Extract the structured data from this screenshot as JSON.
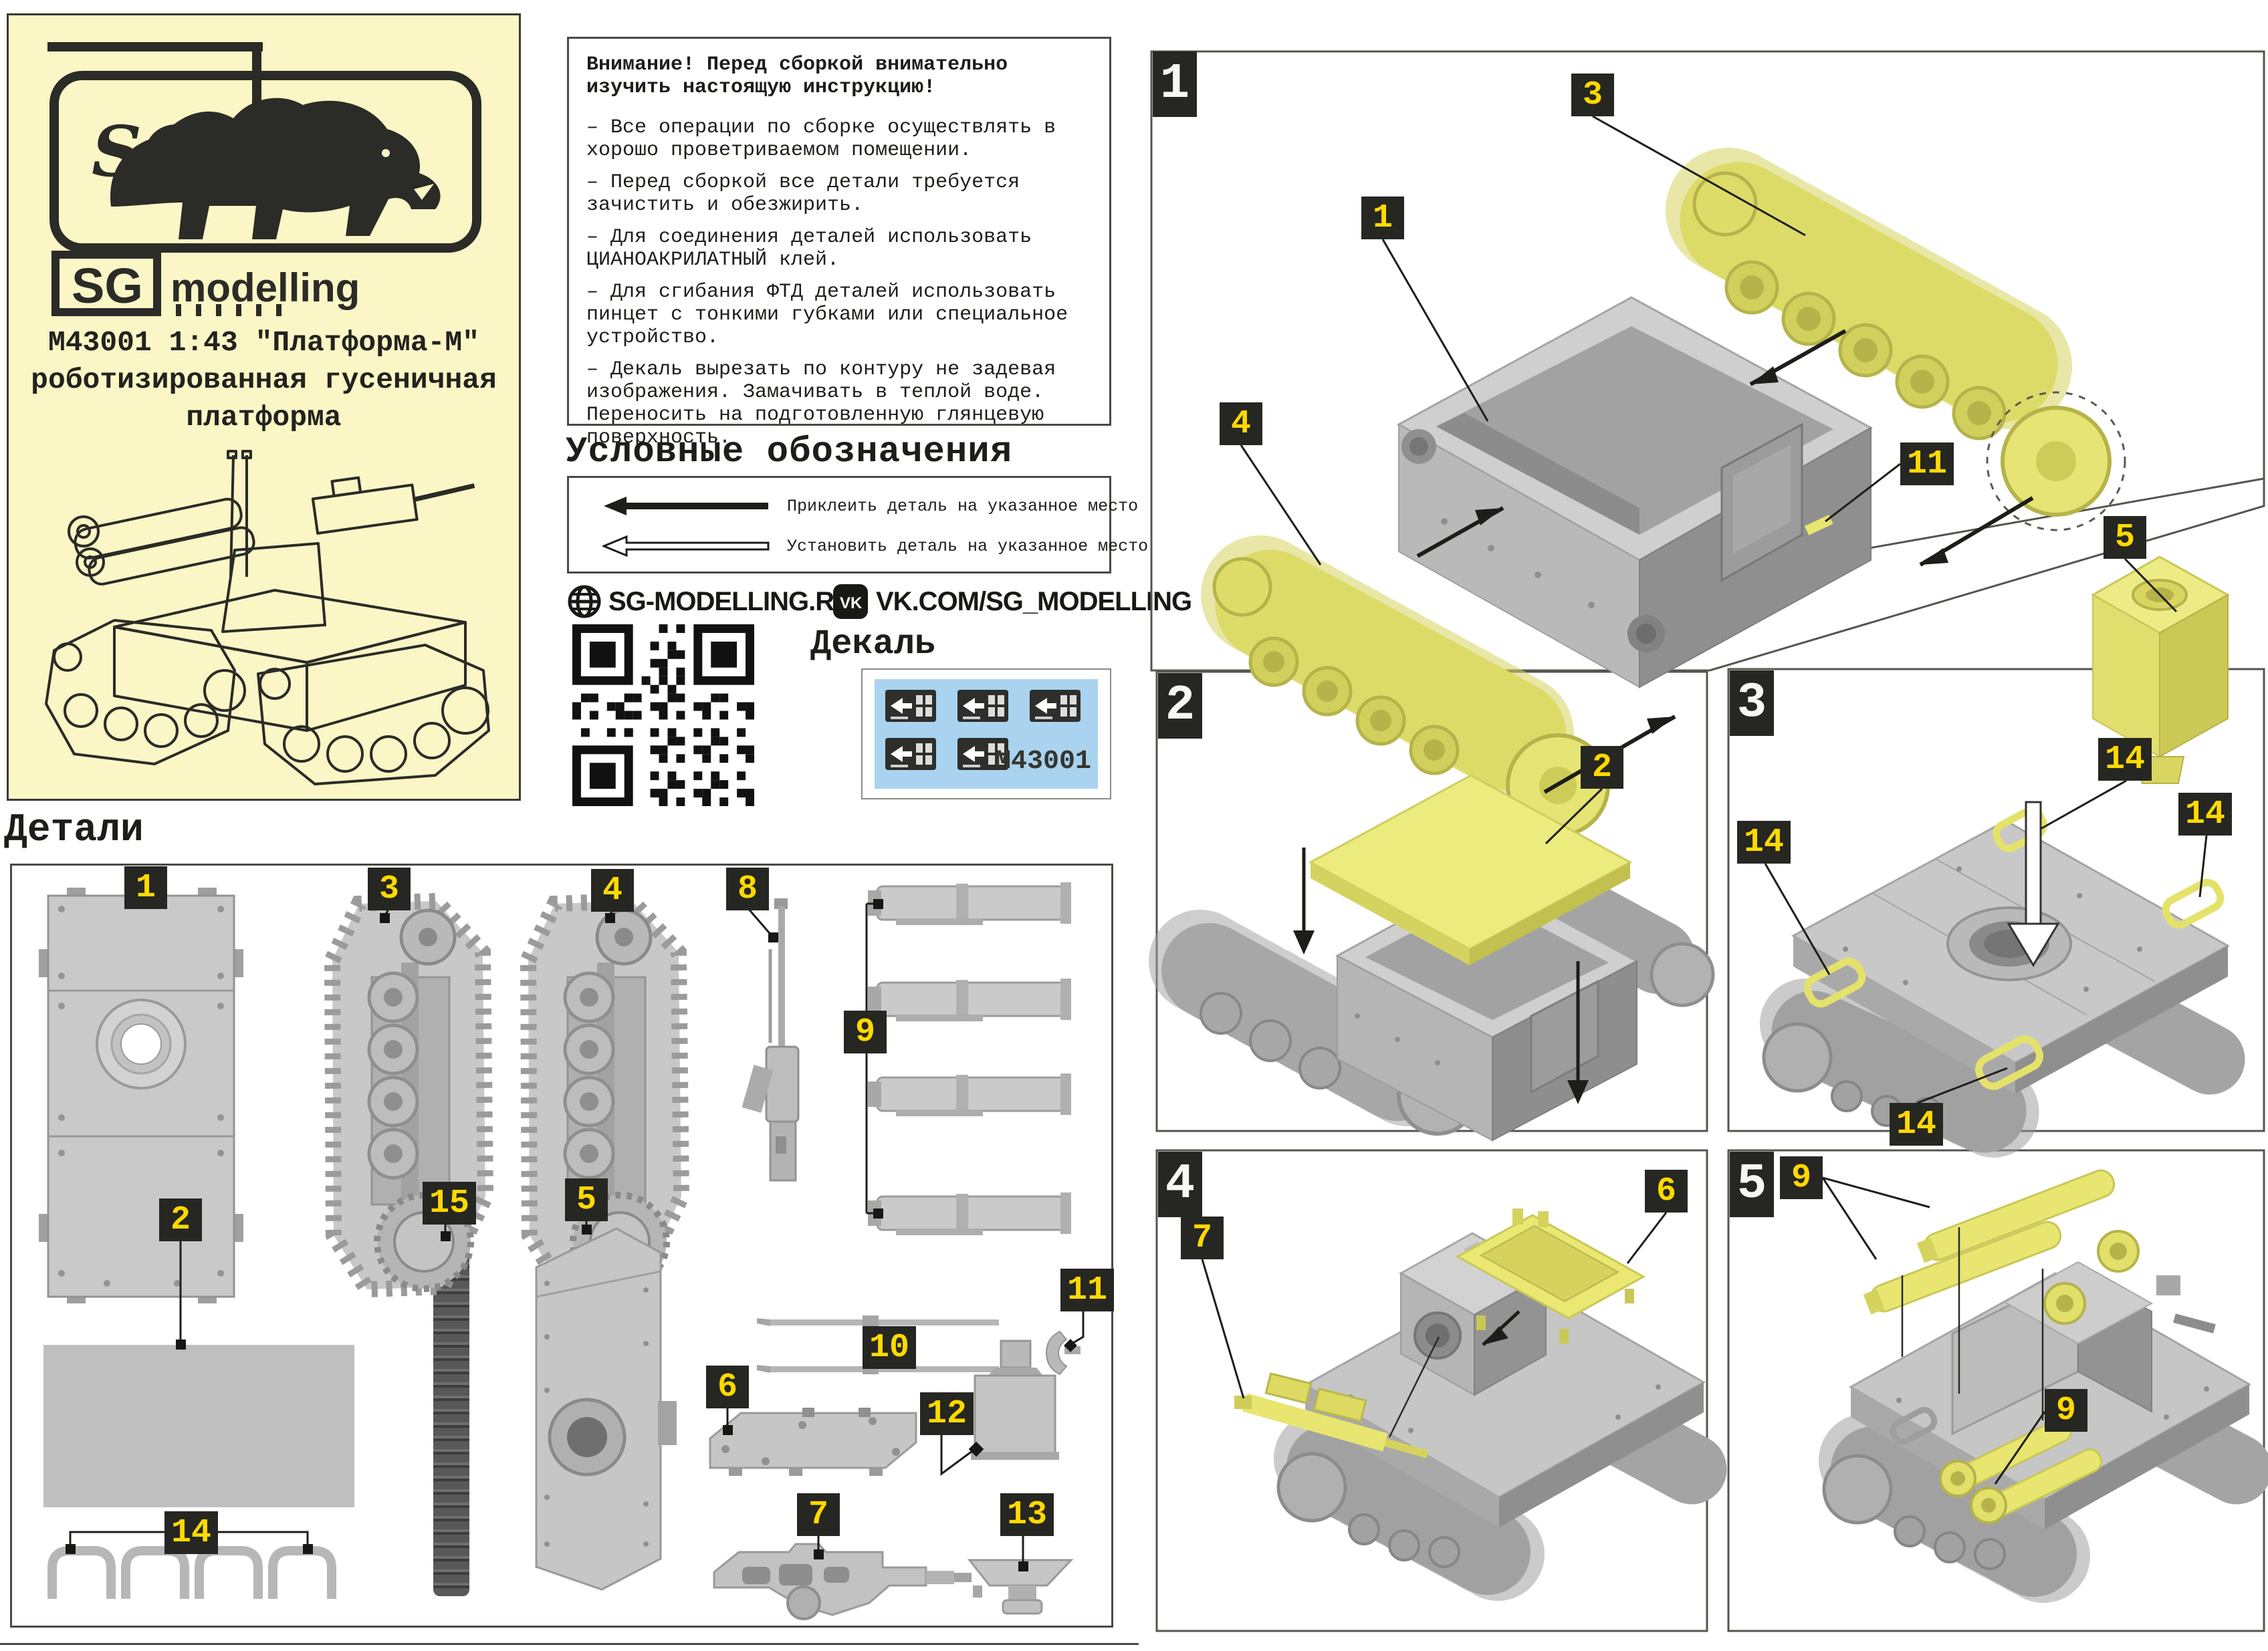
{
  "brand": {
    "sg": "SG",
    "modelling": "modelling",
    "monogram": "SG"
  },
  "kit": {
    "title_line1": "M43001 1:43 \"Платформа-М\"",
    "title_line2": "роботизированная гусеничная",
    "title_line3": "платформа"
  },
  "warning": {
    "heading": "Внимание! Перед сборкой внимательно изучить настоящую инструкцию!",
    "items": [
      "– Все операции по сборке осуществлять в хорошо проветриваемом помещении.",
      "– Перед сборкой все детали требуется зачистить и обезжирить.",
      "– Для соединения деталей использовать ЦИАНОАКРИЛАТНЫЙ клей.",
      "– Для сгибания ФТД деталей использовать пинцет с тонкими губками или специальное устройство.",
      "– Декаль вырезать по контуру не задевая изображения. Замачивать в теплой воде. Переносить на подготовленную глянцевую поверхность."
    ]
  },
  "legend": {
    "heading": "Условные обозначения",
    "glue": "Приклеить деталь на указанное место",
    "place": "Установить деталь на указанное место"
  },
  "links": {
    "site": "SG-MODELLING.RU",
    "vk": "VK.COM/SG_MODELLING",
    "vk_icon": "VK"
  },
  "decal": {
    "heading": "Декаль",
    "code": "M43001"
  },
  "parts": {
    "heading": "Детали",
    "labels": [
      "1",
      "3",
      "4",
      "8",
      "9",
      "10",
      "11",
      "2",
      "15",
      "5",
      "6",
      "12",
      "14",
      "7",
      "13"
    ]
  },
  "steps": {
    "numbers": [
      "1",
      "2",
      "3",
      "4",
      "5"
    ],
    "callouts": [
      "3",
      "1",
      "4",
      "11",
      "5",
      "2",
      "14",
      "14",
      "14",
      "14",
      "7",
      "6",
      "9",
      "9"
    ]
  },
  "colors": {
    "beige": "#FAF6C6",
    "label_bg": "#262622",
    "part_number": "#FFD900",
    "step_number": "#F7F7F5",
    "yellow_part": "#E8E670",
    "gray_part": "#C6C6C6",
    "decal_blue": "#A9D3EF",
    "line": "#1D1D1A"
  }
}
